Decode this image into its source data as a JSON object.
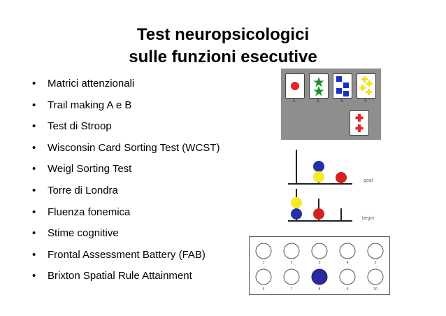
{
  "slide": {
    "title_line1": "Test neuropsicologici",
    "title_line2": "sulle funzioni esecutive",
    "bullet_char": "•",
    "bullets": [
      "Matrici attenzionali",
      "Trail making A e B",
      "Test di Stroop",
      "Wisconsin Card Sorting Test (WCST)",
      "Weigl Sorting Test",
      "Torre di Londra",
      "Fluenza fonemica",
      "Stime cognitive",
      "Frontal Assessment Battery (FAB)",
      "Brixton Spatial Rule Attainment"
    ]
  },
  "wcst_figure": {
    "card_numbers": [
      "1",
      "2",
      "3",
      "4"
    ],
    "colors": {
      "red": "#e3262a",
      "green": "#1a8f2a",
      "blue": "#1830c8",
      "yellow": "#f2e21a"
    }
  },
  "tower_figure": {
    "label_goal": "goal",
    "label_begin": "begin",
    "colors": {
      "blue": "#2430a8",
      "yellow": "#f4ea2a",
      "red": "#d42020"
    }
  },
  "brixton_figure": {
    "top_numbers": [
      "1",
      "2",
      "3",
      "4",
      "5"
    ],
    "bottom_numbers": [
      "6",
      "7",
      "8",
      "9",
      "10"
    ],
    "filled_circle": "8",
    "fill_color": "#2a2aa0"
  }
}
